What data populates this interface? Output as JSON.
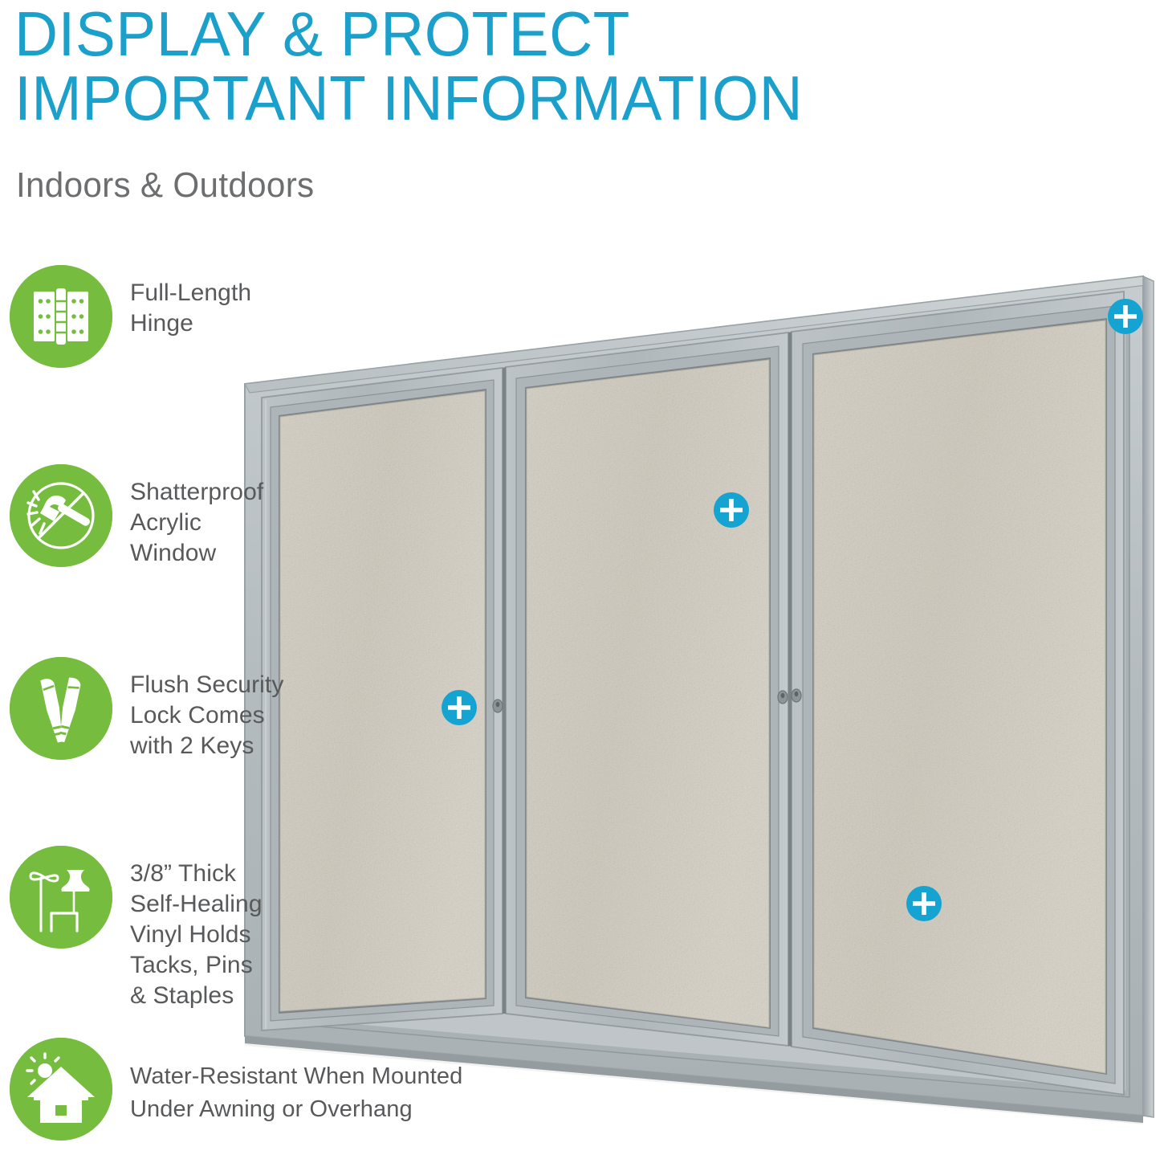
{
  "headline": {
    "line1": "DISPLAY & PROTECT",
    "line2": "IMPORTANT INFORMATION",
    "subtitle": "Indoors & Outdoors"
  },
  "colors": {
    "headline_blue": "#1ba0cc",
    "badge_green": "#76bc3e",
    "text_gray": "#58595b",
    "subtitle_gray": "#6d6e70",
    "marker_blue": "#15a3d2",
    "leader_start": "#76bc3e",
    "leader_end": "#18a5d4",
    "frame_silver": "#b5bcc0",
    "panel_beige": "#cfc9bd"
  },
  "features": [
    {
      "id": "hinge",
      "icon": "hinge-icon",
      "label": "Full-Length\nHinge",
      "marker_label": "+"
    },
    {
      "id": "acrylic",
      "icon": "no-hammer-icon",
      "label": "Shatterproof\nAcrylic\nWindow",
      "marker_label": "+"
    },
    {
      "id": "lock",
      "icon": "keys-icon",
      "label": "Flush Security\nLock Comes\nwith 2 Keys",
      "marker_label": "+"
    },
    {
      "id": "vinyl",
      "icon": "pins-tacks-staples-icon",
      "label": "3/8” Thick\nSelf-Healing\nVinyl Holds\nTacks, Pins\n& Staples",
      "marker_label": "+"
    },
    {
      "id": "water",
      "icon": "house-sun-icon",
      "label": "Water-Resistant When Mounted\nUnder Awning or Overhang",
      "marker_label": ""
    }
  ],
  "product": {
    "name": "enclosed-bulletin-board-cabinet",
    "door_count": 3,
    "lock_count": 2,
    "panel_finish": "vinyl",
    "frame_finish": "satin-aluminum"
  }
}
